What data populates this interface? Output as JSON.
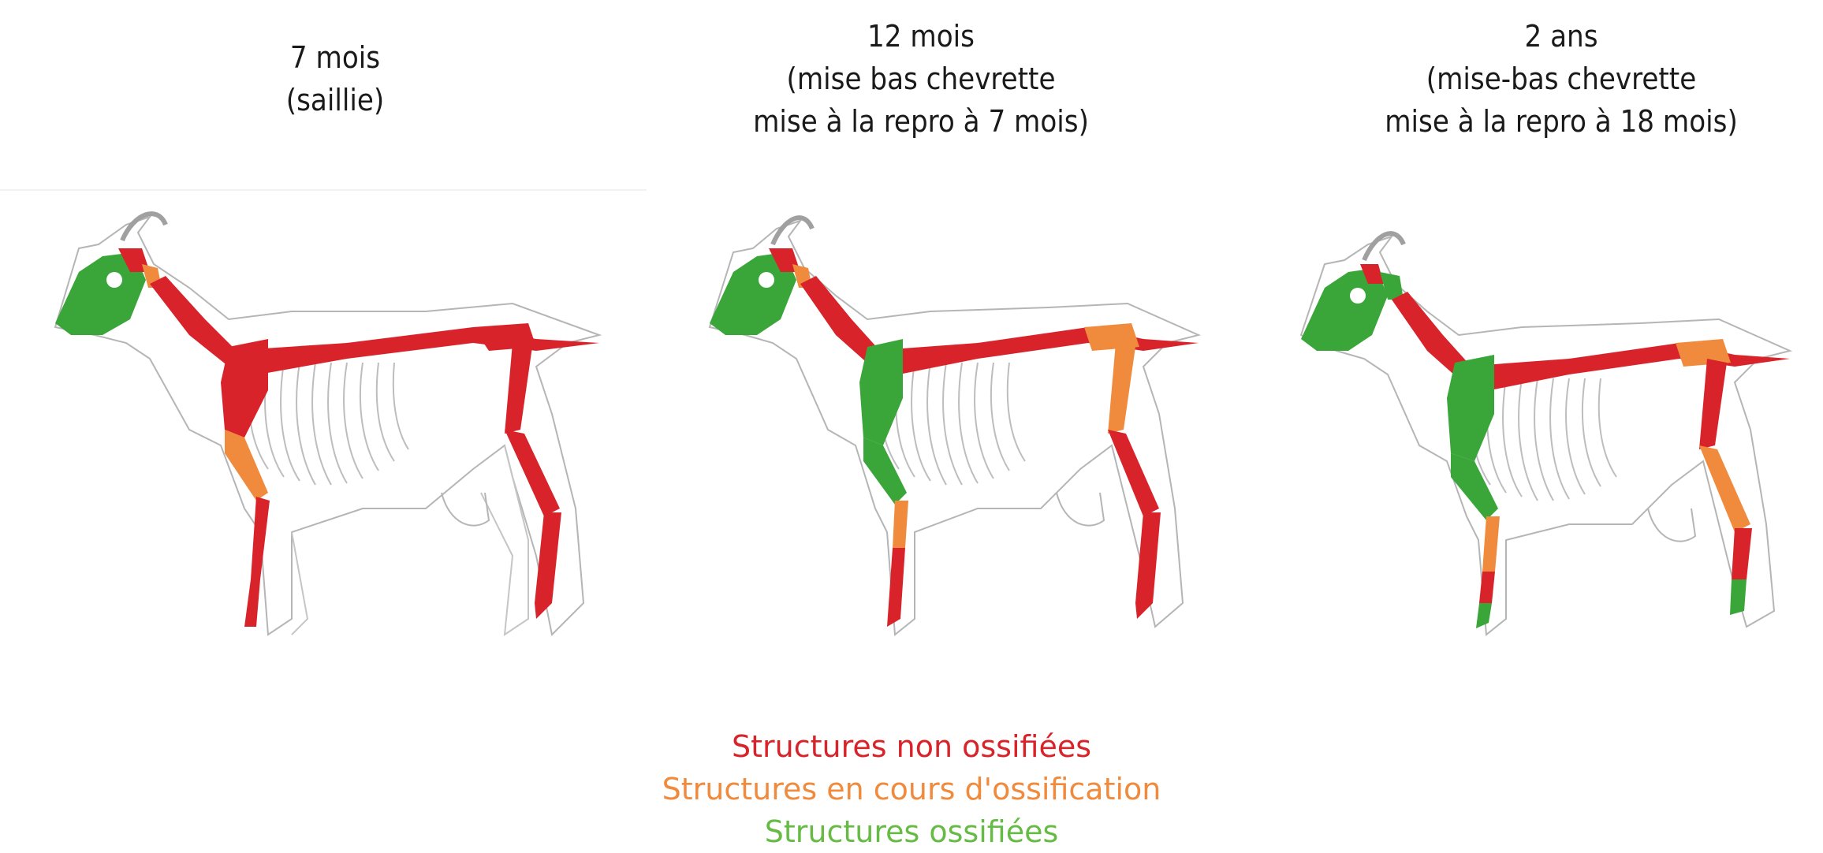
{
  "panels": [
    {
      "title_line1": "7 mois",
      "title_line2": "(saillie)",
      "title_line3": ""
    },
    {
      "title_line1": "12 mois",
      "title_line2": "(mise bas chevrette",
      "title_line3": "mise à la repro à 7 mois)"
    },
    {
      "title_line1": "2 ans",
      "title_line2": "(mise-bas chevrette",
      "title_line3": "mise à la repro à 18 mois)"
    }
  ],
  "legend": {
    "non_ossified": "Structures non ossifiées",
    "ossifying": "Structures en cours d'ossification",
    "ossified": "Structures ossifiées"
  },
  "colors": {
    "non_ossified": "#d8232a",
    "ossifying": "#f08a3c",
    "ossified": "#3aa63a",
    "outline": "#9a9a9a"
  }
}
